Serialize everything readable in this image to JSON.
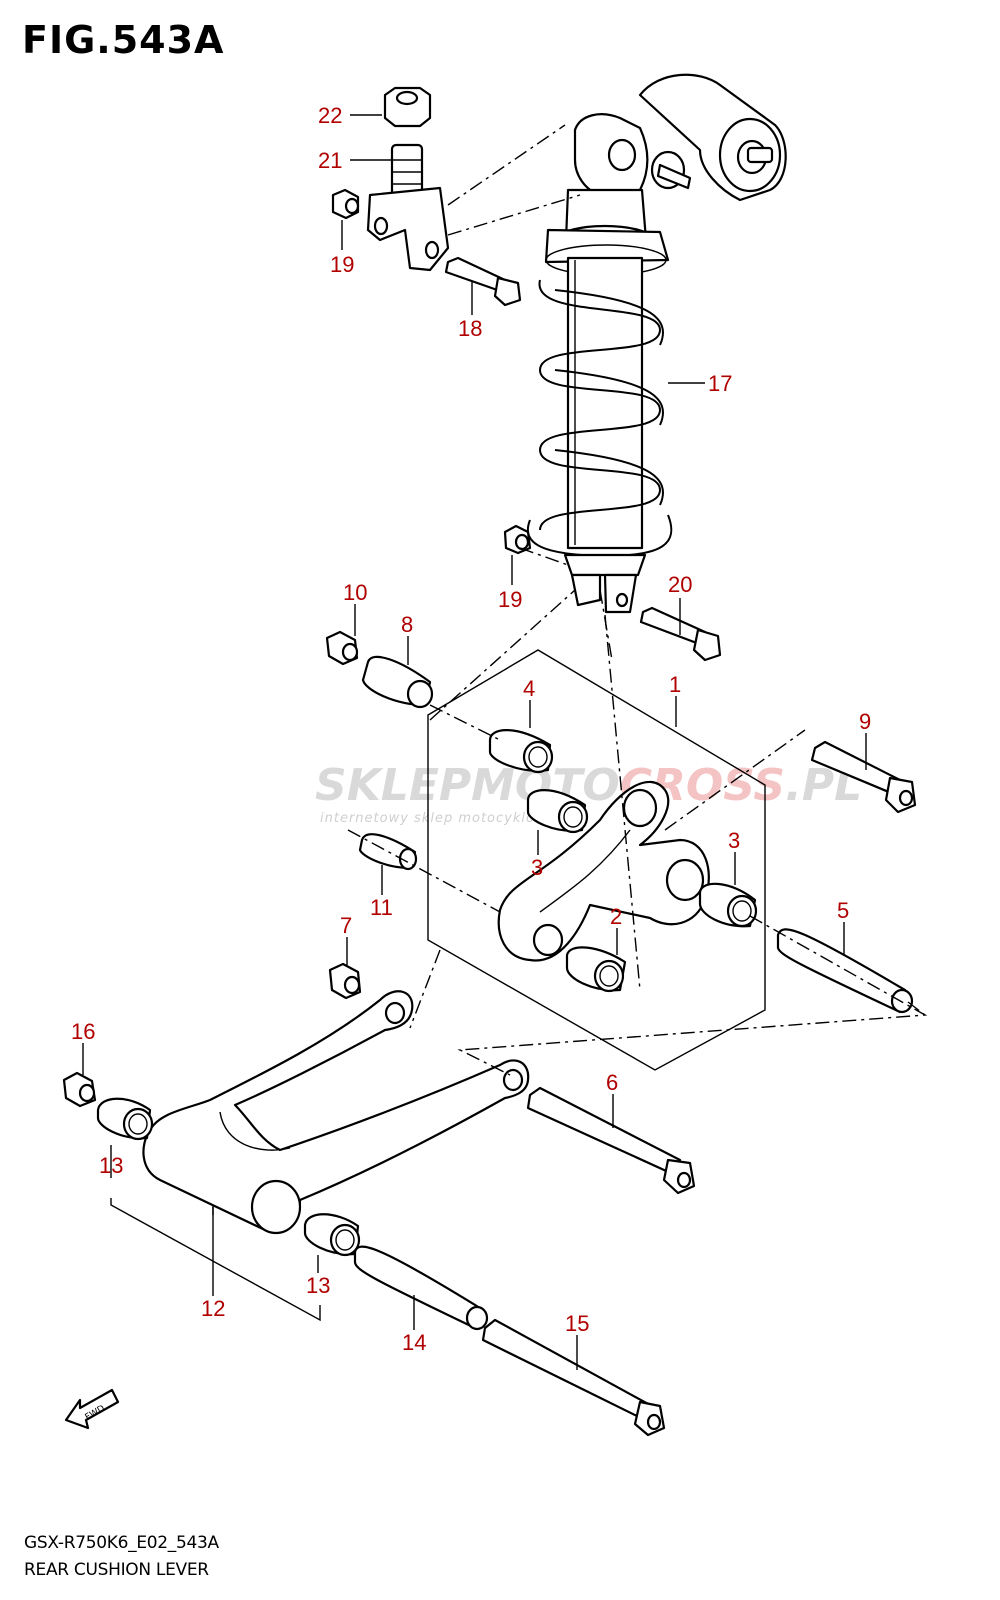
{
  "figure": {
    "title": "FIG.543A",
    "model_code": "GSX-R750K6_E02_543A",
    "caption": "REAR CUSHION LEVER",
    "fwd_label": "FWD"
  },
  "watermark": {
    "text_main": "SKLEPMOTO",
    "text_accent": "CROSS",
    "text_tld": ".PL",
    "subtext": "internetowy sklep motocyklowy"
  },
  "callouts": [
    {
      "id": "c22",
      "label": "22"
    },
    {
      "id": "c21",
      "label": "21"
    },
    {
      "id": "c19a",
      "label": "19"
    },
    {
      "id": "c18",
      "label": "18"
    },
    {
      "id": "c17",
      "label": "17"
    },
    {
      "id": "c19b",
      "label": "19"
    },
    {
      "id": "c20",
      "label": "20"
    },
    {
      "id": "c10",
      "label": "10"
    },
    {
      "id": "c8",
      "label": "8"
    },
    {
      "id": "c4",
      "label": "4"
    },
    {
      "id": "c1",
      "label": "1"
    },
    {
      "id": "c9",
      "label": "9"
    },
    {
      "id": "c3a",
      "label": "3"
    },
    {
      "id": "c3b",
      "label": "3"
    },
    {
      "id": "c11",
      "label": "11"
    },
    {
      "id": "c2",
      "label": "2"
    },
    {
      "id": "c5",
      "label": "5"
    },
    {
      "id": "c7",
      "label": "7"
    },
    {
      "id": "c16",
      "label": "16"
    },
    {
      "id": "c6",
      "label": "6"
    },
    {
      "id": "c13a",
      "label": "13"
    },
    {
      "id": "c12",
      "label": "12"
    },
    {
      "id": "c13b",
      "label": "13"
    },
    {
      "id": "c14",
      "label": "14"
    },
    {
      "id": "c15",
      "label": "15"
    }
  ],
  "colors": {
    "callout": "#b00000",
    "line": "#000000",
    "background": "#ffffff"
  }
}
